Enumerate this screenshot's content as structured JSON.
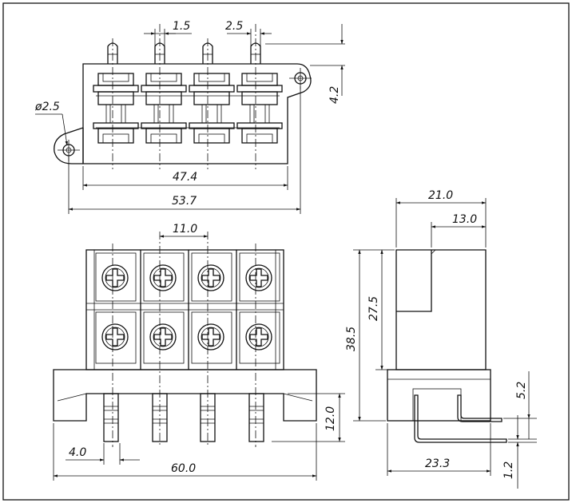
{
  "drawing": {
    "top_view": {
      "terminal_count": 4,
      "dims": {
        "pin_width": "1.5",
        "pin_spacing": "2.5",
        "ear_offset": "4.2",
        "hole_diameter": "ø2.5",
        "inner_width": "47.4",
        "overall_width": "53.7"
      }
    },
    "front_view": {
      "screw_rows": 2,
      "dims": {
        "pitch": "11.0",
        "pin_pitch_offset": "4.0",
        "base_width": "60.0",
        "pin_length": "12.0"
      }
    },
    "side_view": {
      "dims": {
        "depth": "21.0",
        "upper_depth": "13.0",
        "height": "38.5",
        "upper_height": "27.5",
        "pin_offset": "5.2",
        "pin_thickness": "1.2",
        "base_depth": "23.3"
      }
    }
  }
}
